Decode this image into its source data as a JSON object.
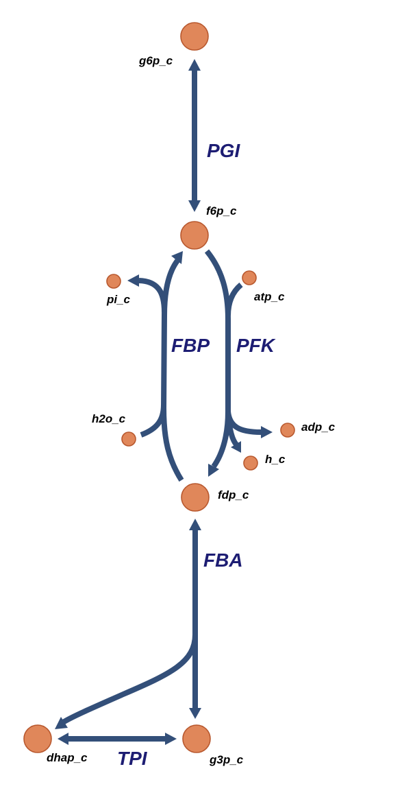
{
  "colors": {
    "edge": "#334f79",
    "node_fill": "#e0875a",
    "node_stroke": "#b8582e",
    "reaction_label": "#1d1d73",
    "metabolite_label": "#000000",
    "background": "#ffffff"
  },
  "metabolites": {
    "g6p_c": "g6p_c",
    "f6p_c": "f6p_c",
    "pi_c": "pi_c",
    "atp_c": "atp_c",
    "h2o_c": "h2o_c",
    "adp_c": "adp_c",
    "h_c": "h_c",
    "fdp_c": "fdp_c",
    "dhap_c": "dhap_c",
    "g3p_c": "g3p_c"
  },
  "reactions": {
    "PGI": "PGI",
    "FBP": "FBP",
    "PFK": "PFK",
    "FBA": "FBA",
    "TPI": "TPI"
  }
}
